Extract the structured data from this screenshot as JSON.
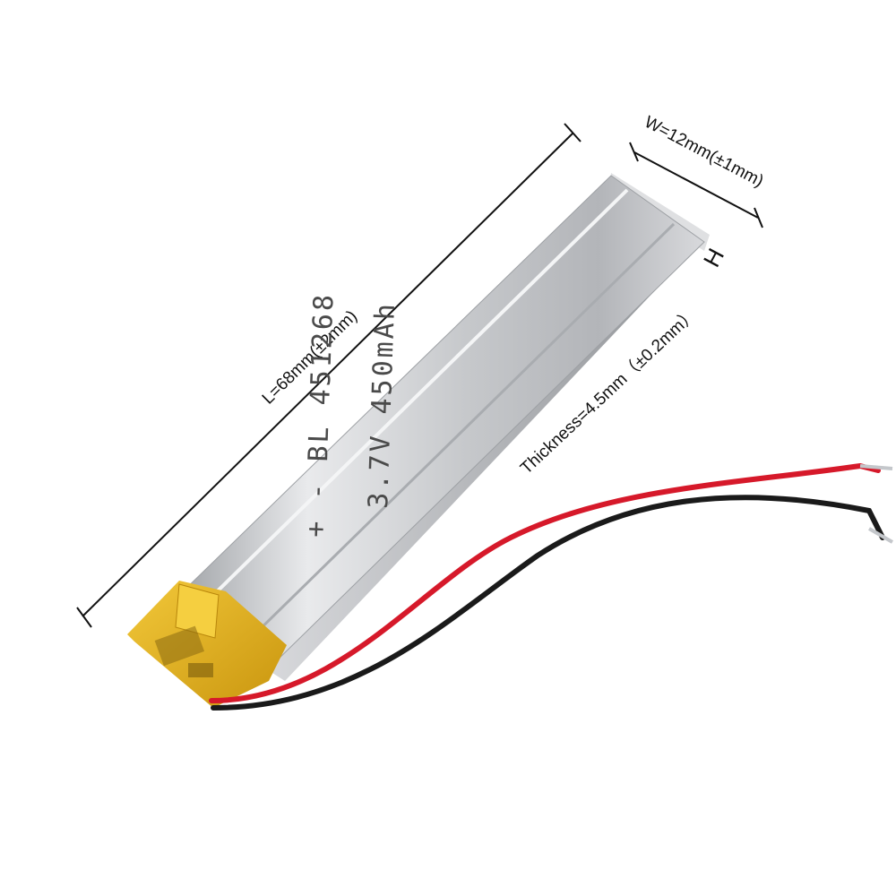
{
  "dimensions": {
    "length": "L=68mm(±2mm)",
    "width": "W=12mm(±1mm)",
    "thickness": "Thickness=4.5mm（±0.2mm）",
    "thickness_marker": "H"
  },
  "battery_print": {
    "model": "+ - BL 451268",
    "rating": "3.7V 450mAh"
  },
  "colors": {
    "cell_body": "#c9cbce",
    "tape": "#e2b21c",
    "wire_red": "#d6192a",
    "wire_black": "#1a1a1a"
  }
}
